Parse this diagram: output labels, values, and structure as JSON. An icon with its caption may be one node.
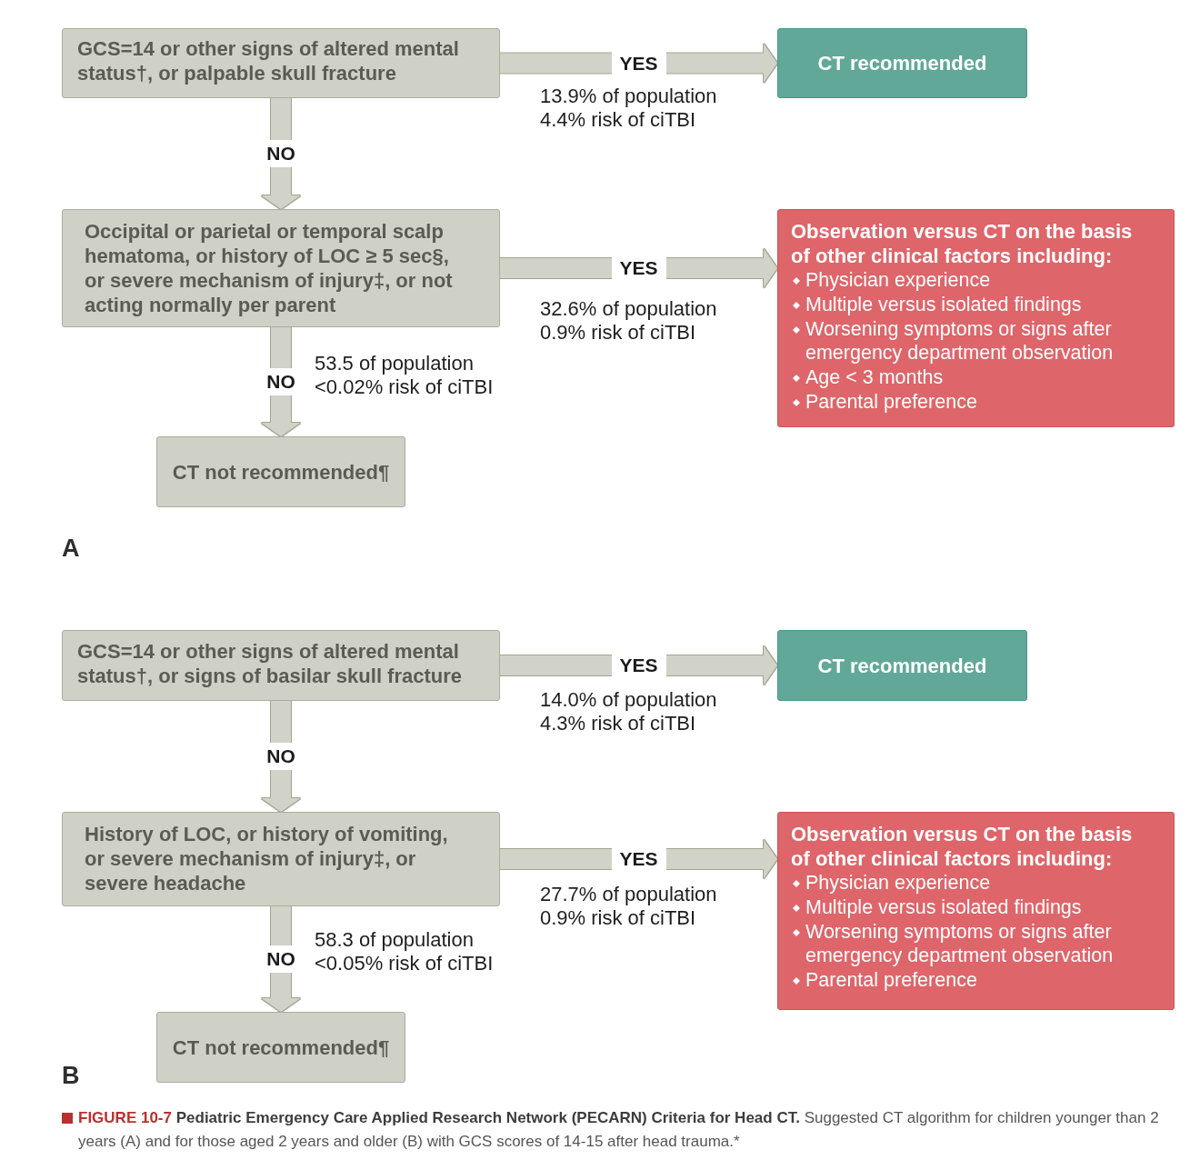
{
  "diagram": {
    "caption": "**FIGURE 10-7** **Pediatric Emergency Care Applied Research Network (PECARN) Criteria for Head CT.** Suggested CT algorithm for children younger than 2 years (A) and for those aged 2 years and older (B) with GCS scores of 14-15 after head trauma.*",
    "nodes": [
      {
        "text": [
          "GCS=14 or other signs of altered mental status†, or palpable skull fracture"
        ]
      },
      {
        "text": [
          "CT recommended"
        ]
      },
      {
        "text": [
          "Occipital or parietal or temporal scalp hematoma, or history of LOC ≥ 5 sec§, or severe mechanism of injury‡, or not acting normally per parent"
        ]
      },
      {
        "text": [
          "Observation versus CT on the basis of other clinical factors including:",
          "Physician experience",
          "Multiple versus isolated findings",
          "Worsening symptoms or signs after emergency department observation",
          "Age < 3 months",
          "Parental preference"
        ]
      },
      {
        "text": [
          "CT not recommended¶"
        ]
      },
      {
        "text": [
          "GCS=14 or other signs of altered mental status†, or signs of basilar skull fracture"
        ]
      },
      {
        "text": [
          "CT recommended"
        ]
      },
      {
        "text": [
          "History of LOC, or history of vomiting, or severe mechanism of injury‡, or severe headache"
        ]
      },
      {
        "text": [
          "Observation versus CT on the basis of other clinical factors including:",
          "Physician experience",
          "Multiple versus isolated findings",
          "Worsening symptoms or signs after emergency department observation",
          "Parental preference"
        ]
      },
      {
        "text": [
          "CT not recommended¶"
        ]
      }
    ],
    "edges": [
      {
        "from": 0,
        "to": 1,
        "arrow": "to",
        "label": "YES"
      },
      {
        "from": 0,
        "to": 2,
        "arrow": "to",
        "label": "NO"
      },
      {
        "from": 2,
        "to": 3,
        "arrow": "to",
        "label": "YES"
      },
      {
        "from": 2,
        "to": 4,
        "arrow": "to",
        "label": "NO"
      },
      {
        "from": 5,
        "to": 6,
        "arrow": "to",
        "label": "YES"
      },
      {
        "from": 5,
        "to": 7,
        "arrow": "to",
        "label": "NO"
      },
      {
        "from": 7,
        "to": 8,
        "arrow": "to",
        "label": "YES"
      },
      {
        "from": 7,
        "to": 9,
        "arrow": "to",
        "label": "NO"
      }
    ],
    "labels": [
      "13.9% of population 4.4% risk of ciTBI",
      "32.6% of population 0.9% risk of ciTBI",
      "53.5 of population <0.02% risk of ciTBI",
      "A",
      "14.0% of population 4.3% risk of ciTBI",
      "27.7% of population 0.9% risk of ciTBI",
      "58.3 of population <0.05% risk of ciTBI",
      "B"
    ]
  }
}
